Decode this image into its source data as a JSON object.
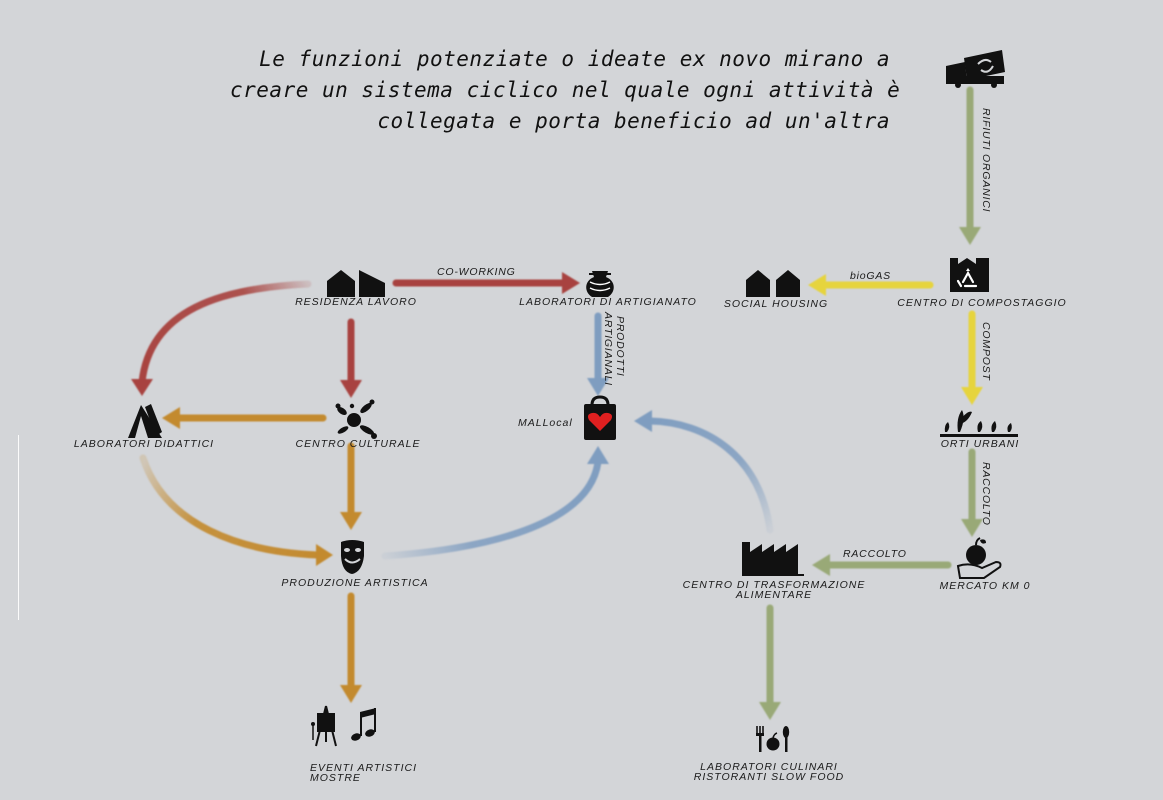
{
  "headline": {
    "line1": "Le funzioni potenziate o ideate ex novo mirano a",
    "line2": "creare un sistema ciclico nel quale ogni attività è",
    "line3": "collegata e porta beneficio ad un'altra"
  },
  "colors": {
    "background": "#d3d5d8",
    "red_flow": "#a8433f",
    "ochre_flow": "#c38a2e",
    "blue_flow": "#7f9dc0",
    "green_flow": "#99a977",
    "yellow_flow": "#e6d43c",
    "heart": "#e02020"
  },
  "nodes": {
    "residenza_lavoro": "RESIDENZA LAVORO",
    "laboratori_artigianato": "LABORATORI DI ARTIGIANATO",
    "laboratori_didattici": "LABORATORI DIDATTICI",
    "centro_culturale": "CENTRO CULTURALE",
    "mallocal": "MALLocal",
    "produzione_artistica": "PRODUZIONE ARTISTICA",
    "eventi_line1": "EVENTI ARTISTICI",
    "eventi_line2": "MOSTRE",
    "social_housing": "SOCIAL HOUSING",
    "centro_compostaggio": "CENTRO DI COMPOSTAGGIO",
    "orti_urbani": "ORTI URBANI",
    "mercato_km0": "MERCATO KM 0",
    "centro_trasformazione_line1": "CENTRO DI TRASFORMAZIONE",
    "centro_trasformazione_line2": "ALIMENTARE",
    "laboratori_culinari_line1": "LABORATORI CULINARI",
    "laboratori_culinari_line2": "RISTORANTI SLOW FOOD"
  },
  "edges": {
    "coworking": "CO-WORKING",
    "prodotti_line1": "PRODOTTI",
    "prodotti_line2": "ARTIGIANALI",
    "rifiuti": "RIFIUTI ORGANICI",
    "biogas": "bioGAS",
    "compost": "COMPOST",
    "raccolto_vertical": "RACCOLTO",
    "raccolto_horizontal": "RACCOLTO"
  },
  "icons": {
    "residenza_lavoro": "houses-icon",
    "laboratori_artigianato": "pottery-jar-icon",
    "laboratori_didattici": "pencil-compass-icon",
    "centro_culturale": "paint-splat-icon",
    "mallocal": "shopping-bag-heart-icon",
    "produzione_artistica": "theater-mask-icon",
    "eventi_artistici": "easel-music-icon",
    "truck": "garbage-truck-icon",
    "compostaggio": "recycling-factory-icon",
    "social_housing": "houses-icon",
    "orti_urbani": "sprouts-icon",
    "mercato_km0": "hand-apple-icon",
    "trasformazione": "factory-icon",
    "laboratori_culinari": "cutlery-apple-icon"
  }
}
